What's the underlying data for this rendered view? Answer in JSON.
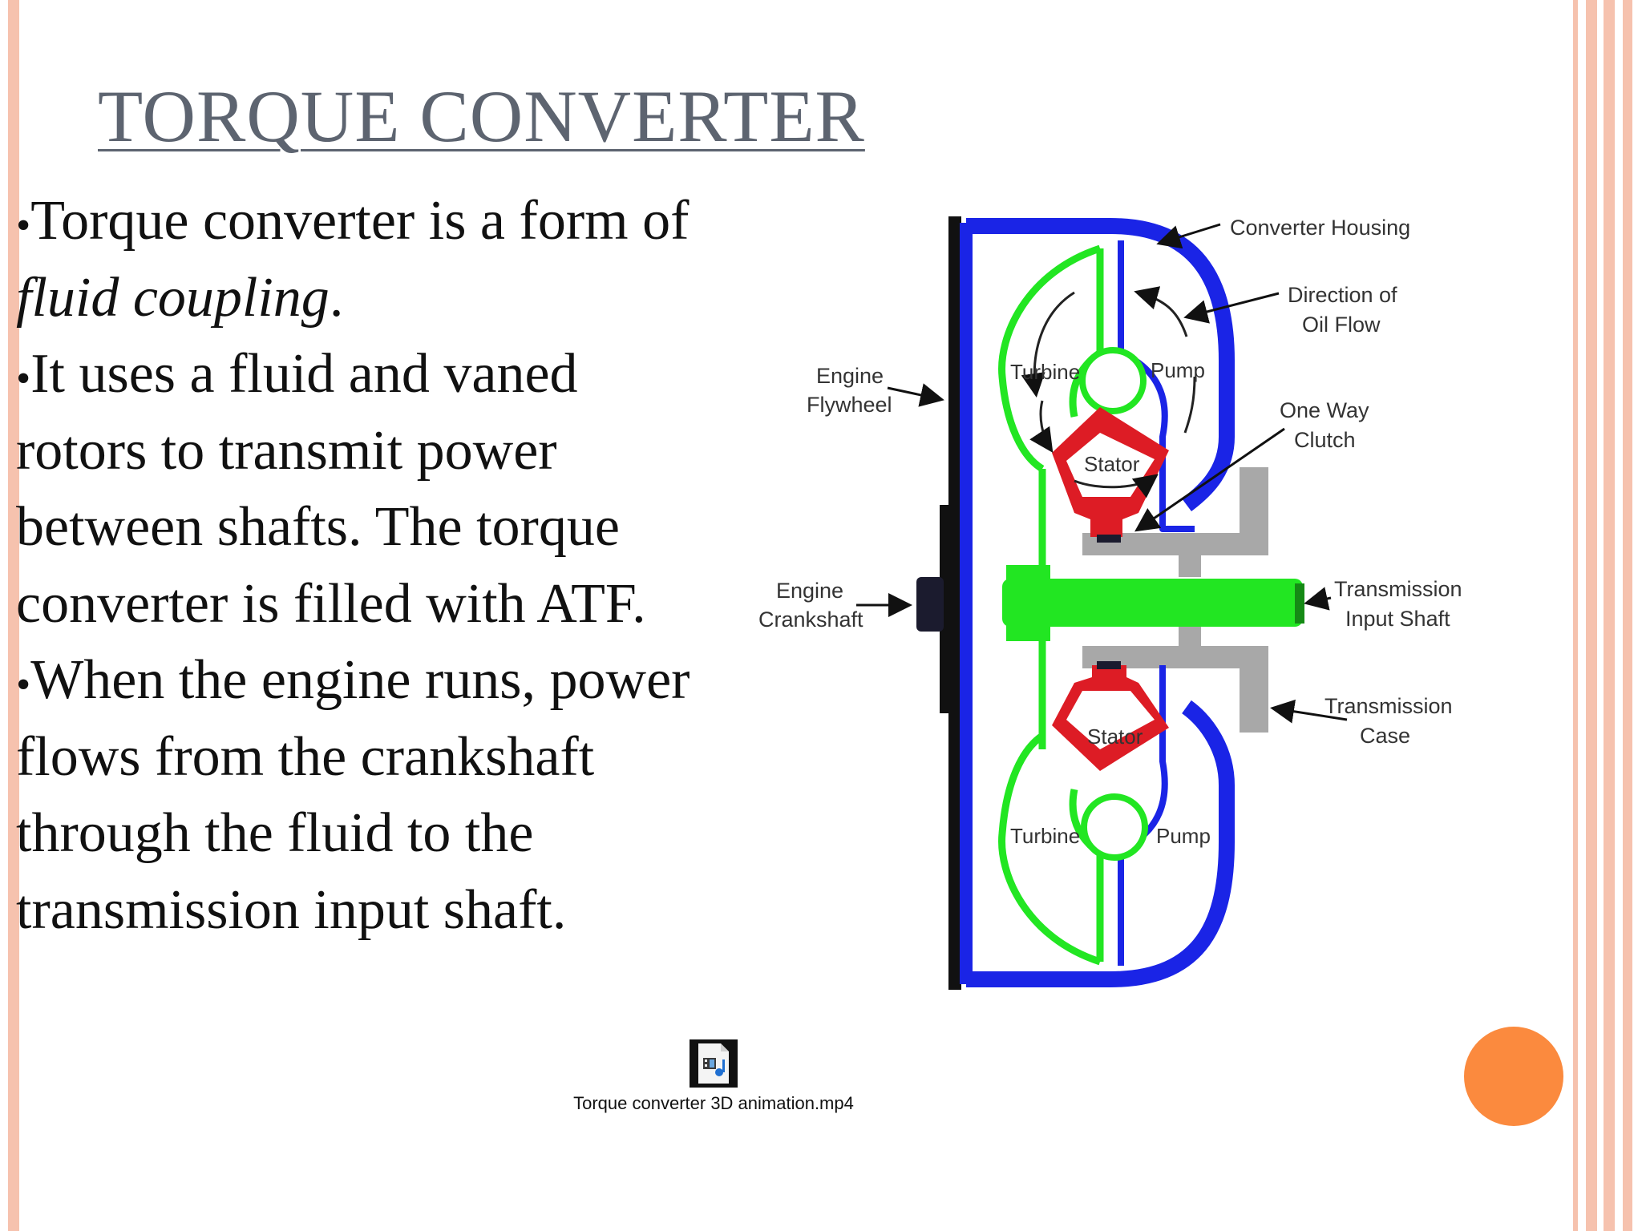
{
  "slide": {
    "title": "TORQUE CONVERTER",
    "paragraphs": [
      {
        "bullet": "•",
        "parts": [
          "Torque converter is a form of ",
          "fluid coupling",
          "."
        ]
      },
      {
        "bullet": "•",
        "text": "It uses a fluid and vaned rotors to transmit power between shafts. The torque converter is filled with ATF."
      },
      {
        "bullet": "•",
        "text": "When the engine runs, power flows from the crankshaft through the fluid to the transmission input shaft."
      }
    ]
  },
  "diagram": {
    "labels": {
      "converter_housing": "Converter Housing",
      "direction_line1": "Direction of",
      "direction_line2": "Oil Flow",
      "one_way_line1": "One Way",
      "one_way_line2": "Clutch",
      "engine_flywheel_line1": "Engine",
      "engine_flywheel_line2": "Flywheel",
      "engine_crankshaft_line1": "Engine",
      "engine_crankshaft_line2": "Crankshaft",
      "transmission_input_line1": "Transmission",
      "transmission_input_line2": "Input Shaft",
      "transmission_case_line1": "Transmission",
      "transmission_case_line2": "Case",
      "turbine_top": "Turbine",
      "pump_top": "Pump",
      "stator_top": "Stator",
      "stator_bottom": "Stator",
      "turbine_bottom": "Turbine",
      "pump_bottom": "Pump"
    },
    "colors": {
      "housing": "#1a24e6",
      "turbine": "#22e622",
      "stator": "#dd1c25",
      "case": "#a8a8a8",
      "flywheel": "#111111"
    }
  },
  "media": {
    "icon": "video-file-icon",
    "caption": "Torque converter 3D animation.mp4"
  },
  "decor": {
    "stripe_color": "#f6c2ae",
    "accent_circle": "#fb8a3e"
  }
}
